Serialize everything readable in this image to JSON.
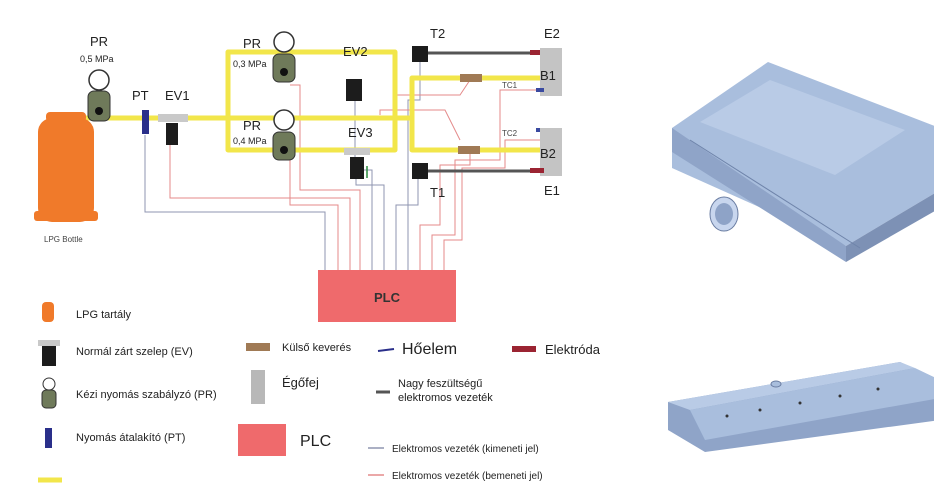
{
  "diagram": {
    "components": {
      "pr_main": "PR",
      "pr_main_pressure": "0,5 MPa",
      "pt": "PT",
      "ev1": "EV1",
      "pr_upper": "PR",
      "pr_upper_pressure": "0,3 MPa",
      "pr_lower": "PR",
      "pr_lower_pressure": "0,4 MPa",
      "ev2": "EV2",
      "ev3": "EV3",
      "t2": "T2",
      "t1": "T1",
      "e2": "E2",
      "e1": "E1",
      "b1": "B1",
      "b2": "B2",
      "tc1": "TC1",
      "tc2": "TC2",
      "plc": "PLC",
      "bottle": "LPG Bottle"
    },
    "legend": {
      "lpg_tank": "LPG tartály",
      "ev": "Normál zárt szelep (EV)",
      "pr": "Kézi nyomás szabályzó (PR)",
      "pt": "Nyomás átalakító (PT)",
      "mixer": "Külső keverés",
      "thermocouple": "Hőelem",
      "electrode": "Elektróda",
      "burner": "Égőfej",
      "hv_wire": "Nagy feszültségű elektromos vezeték",
      "hv_wire_line1": "Nagy feszültségű",
      "hv_wire_line2": "elektromos vezeték",
      "plc": "PLC",
      "wire_out": "Elektromos vezeték (kimeneti jel)",
      "wire_in": "Elektromos vezeték (bemeneti jel)"
    },
    "colors": {
      "gas_line": "#f2e64a",
      "plc": "#ef6a6c",
      "bottle": "#f07a2a",
      "ev": "#1c1c1c",
      "mixer": "#a07a55",
      "electrode": "#9b2432",
      "burner": "#b8b8b8",
      "pt": "#2a2f8a",
      "wire_out": "#8f95b0",
      "wire_in": "#e48a8a",
      "hv_wire": "#555555",
      "render_body": "#a9bedd"
    }
  }
}
